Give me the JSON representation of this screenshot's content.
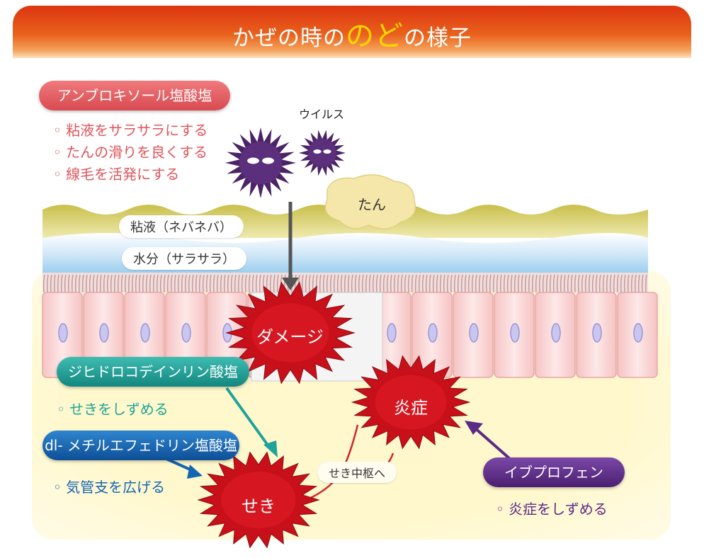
{
  "title": {
    "before": "かぜの時の",
    "emphasis": "のど",
    "after": "の様子"
  },
  "labels": {
    "virus": "ウイルス",
    "phlegm": "たん",
    "mucus": "粘液（ネバネバ）",
    "water": "水分（サラサラ）",
    "damage": "ダメージ",
    "inflammation": "炎症",
    "cough": "せき",
    "cough_center": "せき中枢へ"
  },
  "ingredients": [
    {
      "name": "アンブロキソール塩酸塩",
      "effects": [
        "◦ 粘液をサラサラにする",
        "◦ たんの滑りを良くする",
        "◦ 線毛を活発にする"
      ],
      "color": "#e0545a"
    },
    {
      "name": "ジヒドロコデインリン酸塩",
      "effects": [
        "◦ せきをしずめる"
      ],
      "color": "#1fa39a"
    },
    {
      "name": "dl- メチルエフェドリン塩酸塩",
      "effects": [
        "◦ 気管支を広げる"
      ],
      "color": "#1565b4"
    },
    {
      "name": "イブプロフェン",
      "effects": [
        "◦ 炎症をしずめる"
      ],
      "color": "#5b2a86"
    }
  ]
}
